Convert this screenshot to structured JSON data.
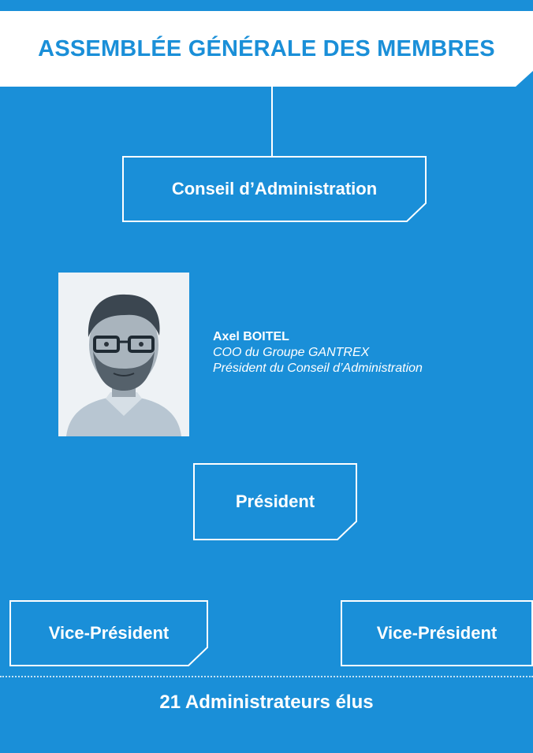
{
  "header": {
    "title": "ASSEMBLÉE GÉNÉRALE DES MEMBRES"
  },
  "boxes": {
    "conseil": "Conseil d’Administration",
    "president": "Président",
    "vice_left": "Vice-Président",
    "vice_right": "Vice-Président"
  },
  "person": {
    "name": "Axel BOITEL",
    "role_company": "COO du Groupe GANTREX",
    "role_board": "Président du Conseil d’Administration"
  },
  "footer": {
    "label": "21 Administrateurs élus"
  },
  "colors": {
    "background": "#1a8fd8",
    "banner": "#ffffff",
    "text": "#ffffff"
  }
}
